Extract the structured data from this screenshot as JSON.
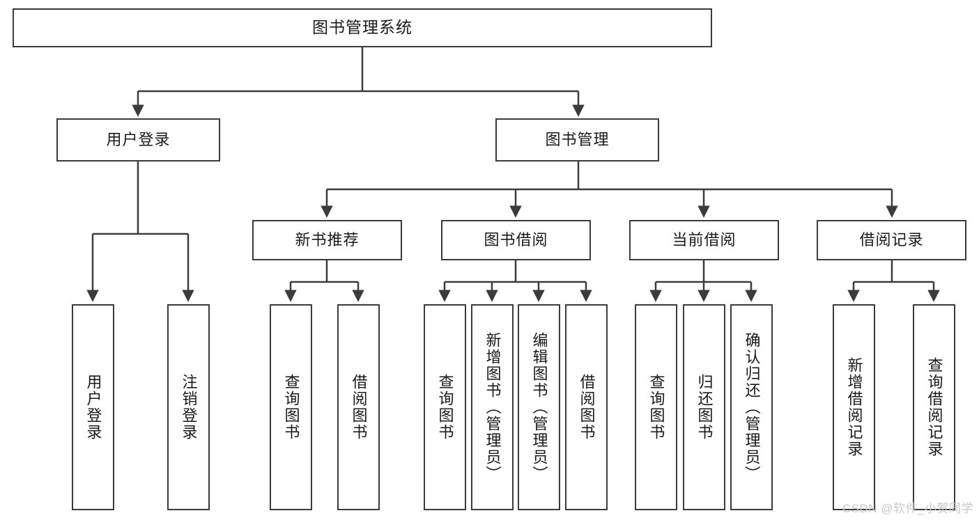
{
  "diagram": {
    "title": "图书管理系统",
    "type": "hierarchy-tree",
    "watermark": "CSDN @软件_小贺同学",
    "colors": {
      "stroke": "#3b3b3b",
      "fill": "#ffffff",
      "text": "#1a1a1a",
      "watermark": "#c9c9c9"
    },
    "levels": {
      "level1": [
        "图书管理系统"
      ],
      "level2": [
        "用户登录",
        "图书管理"
      ],
      "level3": [
        "新书推荐",
        "图书借阅",
        "当前借阅",
        "借阅记录"
      ],
      "level4": [
        "用户登录",
        "注销登录",
        "查询图书",
        "借阅图书",
        "查询图书",
        "新增图书（管理员）",
        "编辑图书（管理员）",
        "借阅图书",
        "查询图书",
        "归还图书",
        "确认归还（管理员）",
        "新增借阅记录",
        "查询借阅记录"
      ]
    },
    "nodes": {
      "root": {
        "label": "图书管理系统"
      },
      "user_login": {
        "label": "用户登录"
      },
      "book_manage": {
        "label": "图书管理"
      },
      "new_book_rec": {
        "label": "新书推荐"
      },
      "book_borrow": {
        "label": "图书借阅"
      },
      "current_borrow": {
        "label": "当前借阅"
      },
      "borrow_record": {
        "label": "借阅记录"
      },
      "leaf_user_login": {
        "label": "用户登录"
      },
      "leaf_logout": {
        "label": "注销登录"
      },
      "leaf_query_book_a": {
        "label": "查询图书"
      },
      "leaf_borrow_book_a": {
        "label": "借阅图书"
      },
      "leaf_query_book_b": {
        "label": "查询图书"
      },
      "leaf_add_book": {
        "label": "新增图书（管理员）"
      },
      "leaf_edit_book": {
        "label": "编辑图书（管理员）"
      },
      "leaf_borrow_book_b": {
        "label": "借阅图书"
      },
      "leaf_query_book_c": {
        "label": "查询图书"
      },
      "leaf_return_book": {
        "label": "归还图书"
      },
      "leaf_confirm_return": {
        "label": "确认归还（管理员）"
      },
      "leaf_add_record": {
        "label": "新增借阅记录"
      },
      "leaf_query_record": {
        "label": "查询借阅记录"
      }
    }
  }
}
